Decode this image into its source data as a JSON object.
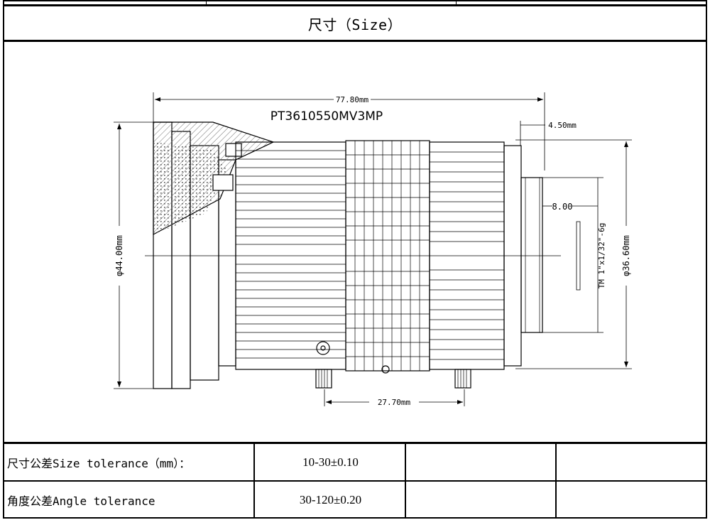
{
  "header": {
    "title": "尺寸（Size）"
  },
  "drawing": {
    "model": "PT3610550MV3MP",
    "dim_overall_length": "77.80mm",
    "dim_back": "4.50mm",
    "dim_mount_depth": "8.00",
    "dim_front_diameter": "φ44.00mm",
    "dim_rear_diameter": "φ36.60mm",
    "thread": "TM 1\"x1/32\"-6g",
    "dim_screw_spacing": "27.70mm"
  },
  "tolerances": [
    {
      "label": "尺寸公差Size tolerance（mm）：",
      "value": "10-30±0.10"
    },
    {
      "label": "角度公差Angle tolerance",
      "value": "30-120±0.20"
    }
  ]
}
